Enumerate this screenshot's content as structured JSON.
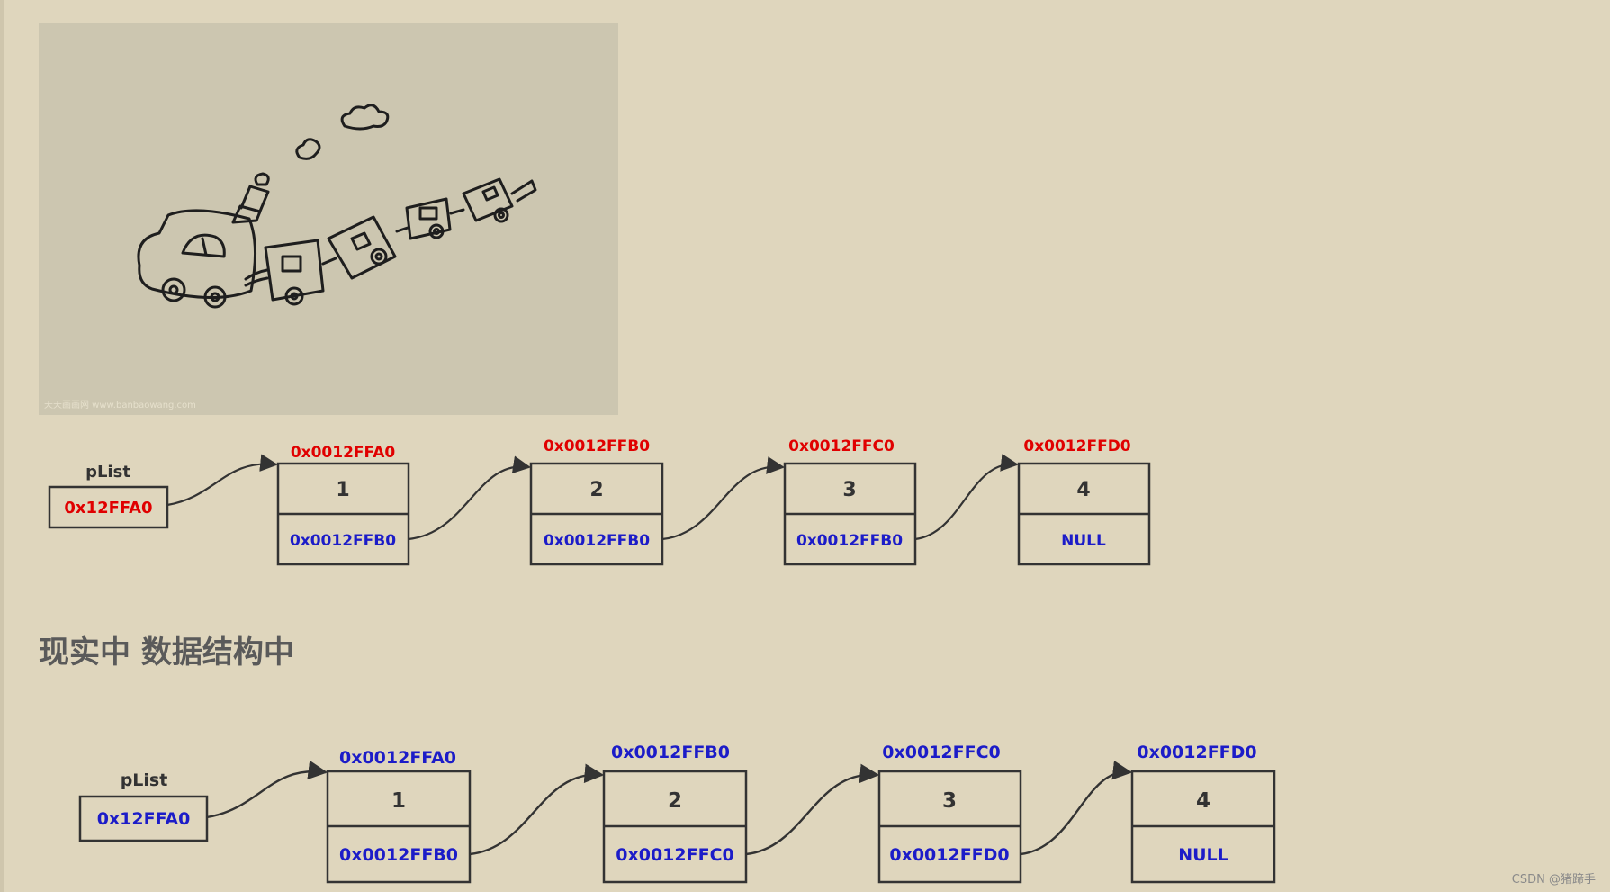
{
  "colors": {
    "background": "#dfd6bd",
    "red_text": "#e00000",
    "blue_text": "#1c1cc8",
    "dark_text": "#333333",
    "heading": "#5a5a5a"
  },
  "photo": {
    "watermark": "天天画画网 www.banbaowang.com"
  },
  "heading": "现实中 数据结构中",
  "diagram1": {
    "head": {
      "label": "pList",
      "value": "0x12FFA0"
    },
    "nodes": [
      {
        "address": "0x0012FFA0",
        "data": "1",
        "next": "0x0012FFB0"
      },
      {
        "address": "0x0012FFB0",
        "data": "2",
        "next": "0x0012FFB0"
      },
      {
        "address": "0x0012FFC0",
        "data": "3",
        "next": "0x0012FFB0"
      },
      {
        "address": "0x0012FFD0",
        "data": "4",
        "next": "NULL"
      }
    ]
  },
  "diagram2": {
    "head": {
      "label": "pList",
      "value": "0x12FFA0"
    },
    "nodes": [
      {
        "address": "0x0012FFA0",
        "data": "1",
        "next": "0x0012FFB0"
      },
      {
        "address": "0x0012FFB0",
        "data": "2",
        "next": "0x0012FFC0"
      },
      {
        "address": "0x0012FFC0",
        "data": "3",
        "next": "0x0012FFD0"
      },
      {
        "address": "0x0012FFD0",
        "data": "4",
        "next": "NULL"
      }
    ]
  },
  "footer": {
    "watermark": "CSDN @猪蹄手"
  }
}
